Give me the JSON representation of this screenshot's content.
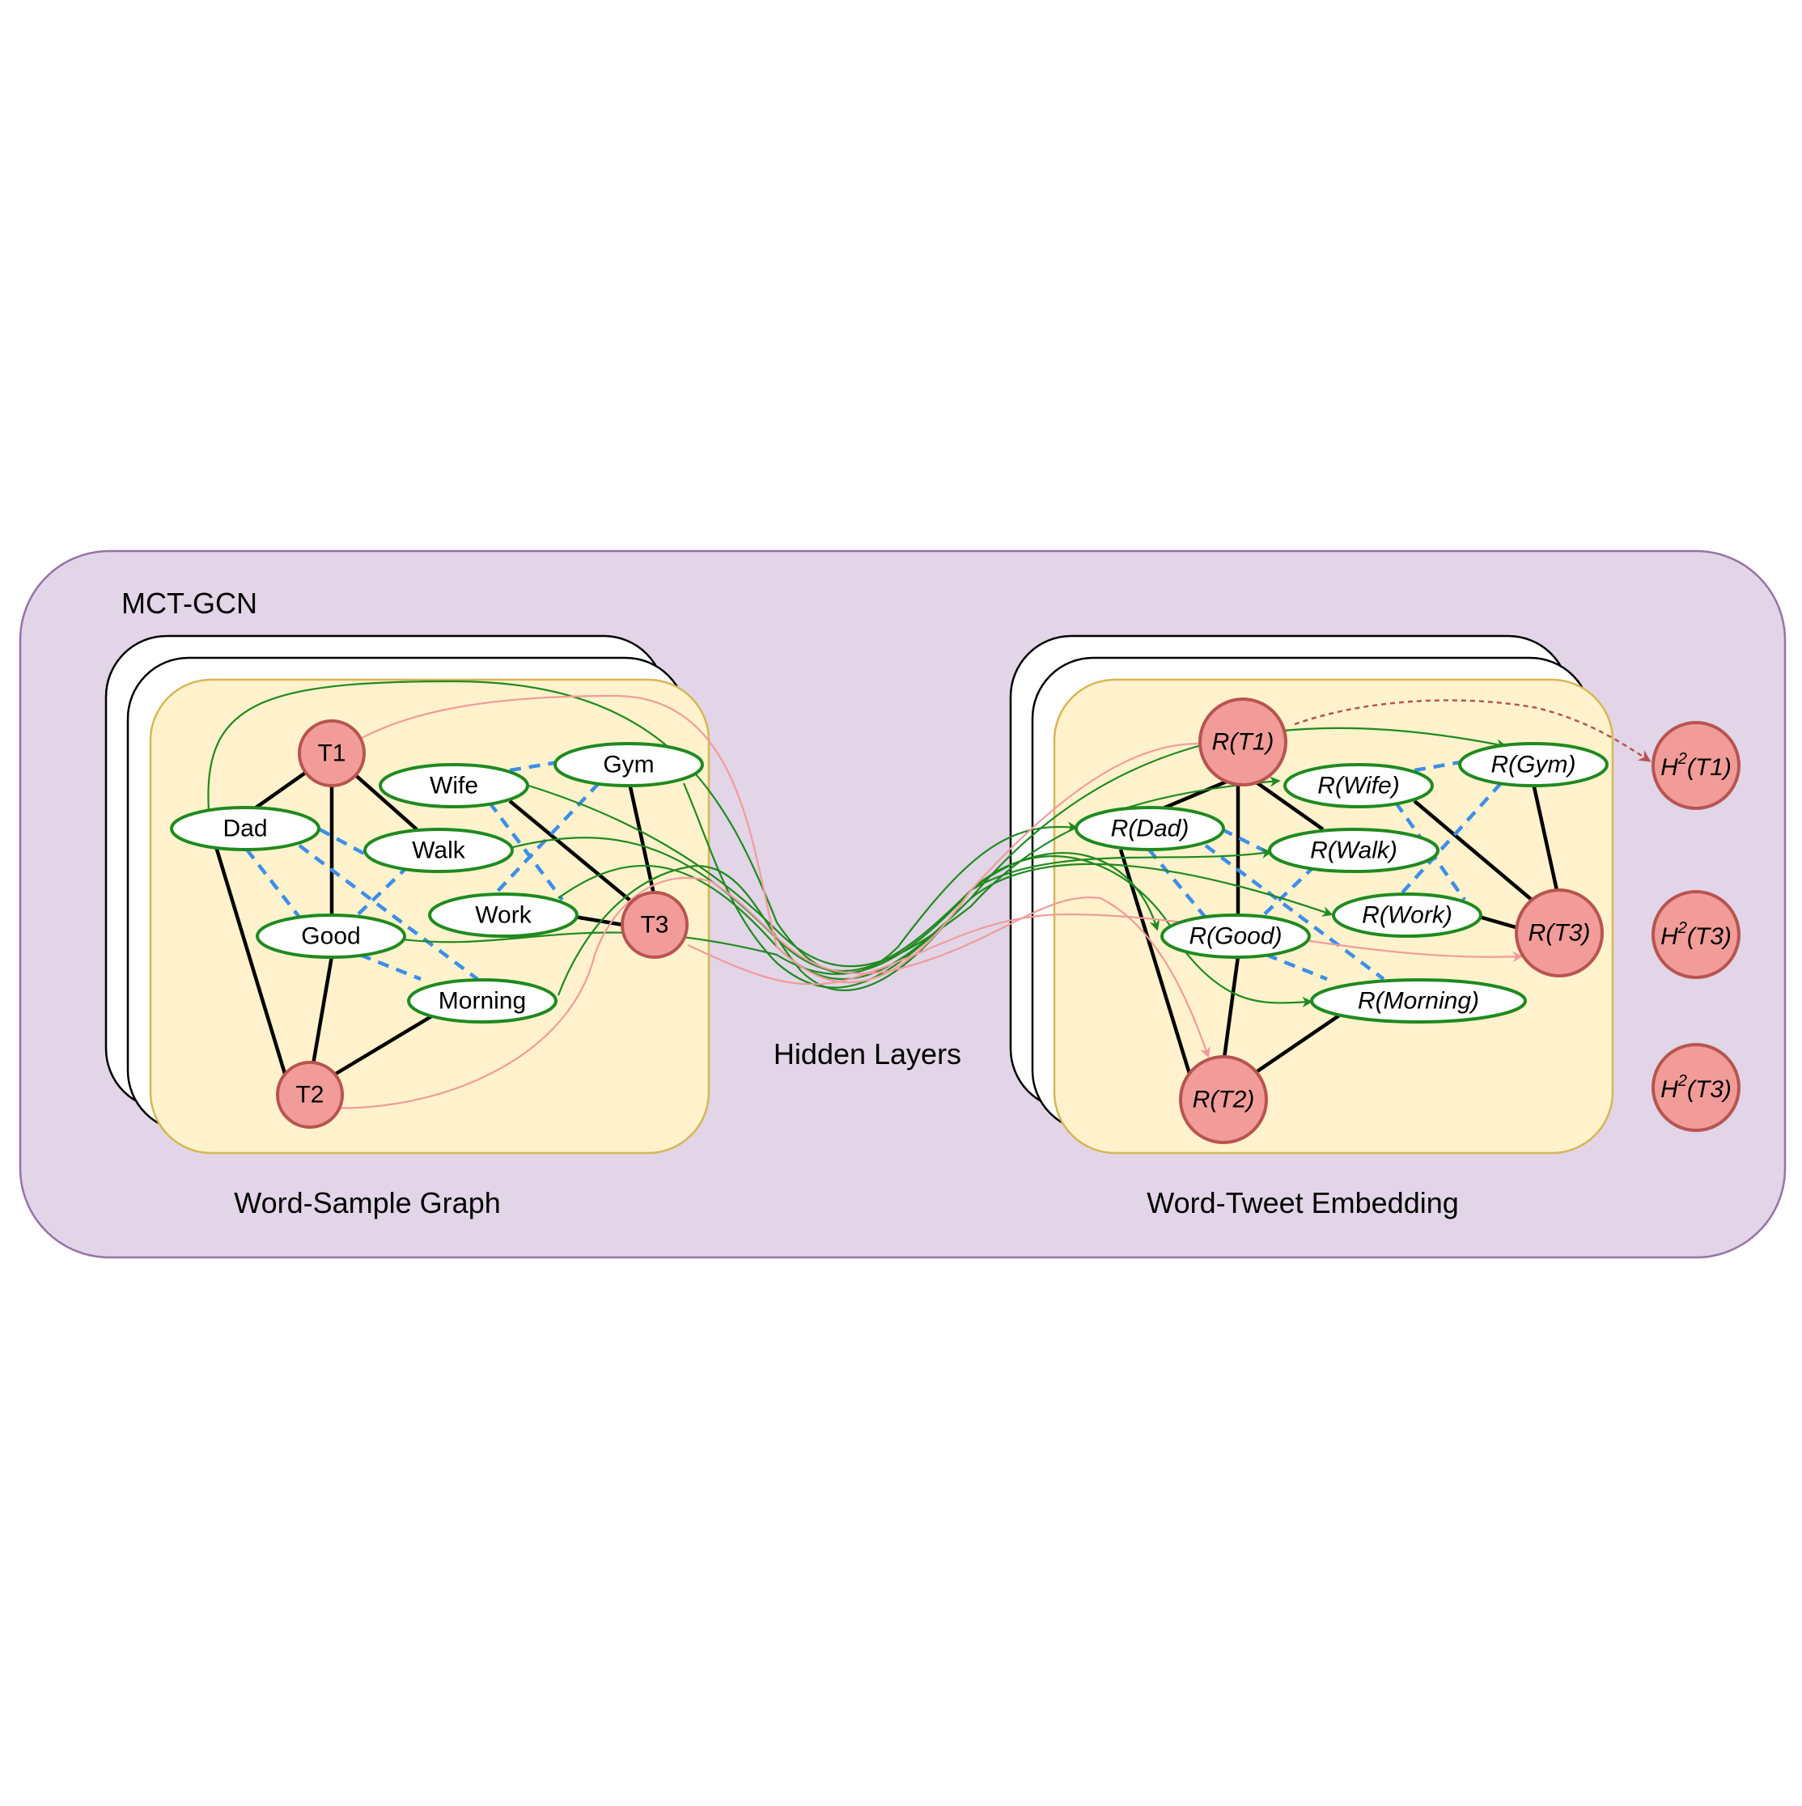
{
  "title": "MCT-GCN",
  "colors": {
    "outer_fill": "#e1d5e7",
    "outer_stroke": "#9673a6",
    "panel_fill": "#fff2cc",
    "panel_stroke": "#d6b656",
    "word_stroke": "#1f8a1f",
    "sample_fill": "#f19c99",
    "sample_stroke": "#b85450",
    "dashed_edge": "#3d8ee9",
    "output_arrow": "#b85450"
  },
  "left": {
    "caption": "Word-Sample Graph",
    "samples": {
      "t1": "T1",
      "t2": "T2",
      "t3": "T3"
    },
    "words": {
      "dad": "Dad",
      "wife": "Wife",
      "gym": "Gym",
      "walk": "Walk",
      "work": "Work",
      "good": "Good",
      "morning": "Morning"
    }
  },
  "middle": {
    "caption": "Hidden Layers"
  },
  "right": {
    "caption": "Word-Tweet Embedding",
    "samples": {
      "t1": "R(T1)",
      "t2": "R(T2)",
      "t3": "R(T3)"
    },
    "words": {
      "dad": "R(Dad)",
      "wife": "R(Wife)",
      "gym": "R(Gym)",
      "walk": "R(Walk)",
      "work": "R(Work)",
      "good": "R(Good)",
      "morning": "R(Morning)"
    }
  },
  "outputs": [
    {
      "base": "H",
      "sup": "2",
      "arg": "(T1)"
    },
    {
      "base": "H",
      "sup": "2",
      "arg": "(T3)"
    },
    {
      "base": "H",
      "sup": "2",
      "arg": "(T3)"
    }
  ]
}
